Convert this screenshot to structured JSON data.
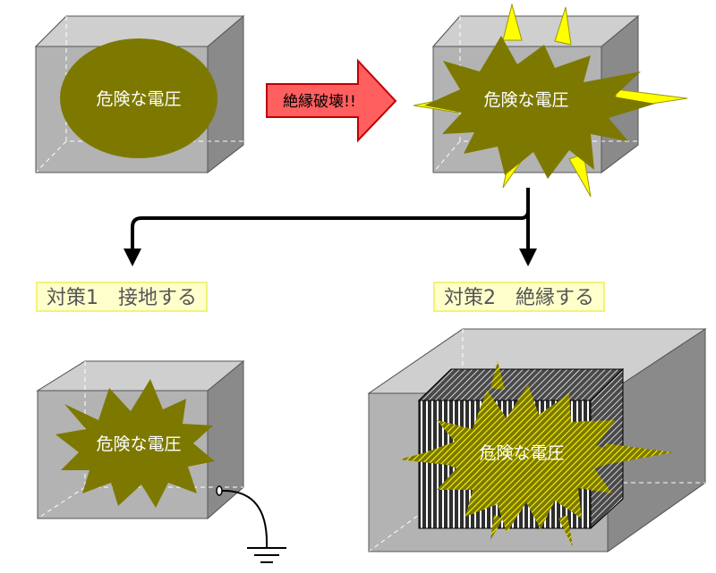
{
  "diagram": {
    "danger_voltage_label": "危険な電圧",
    "breakdown_arrow_label": "絶縁破壊!!",
    "measure1_label": "対策1　接地する",
    "measure2_label": "対策2　絶縁する"
  },
  "colors": {
    "box_front": "#b3b3b3",
    "box_side": "#8a8a8a",
    "box_top": "#cfcfcf",
    "voltage_fill": "#7d7900",
    "spark_yellow": "#ffff00",
    "arrow_red": "#ff5f5f",
    "label_bg": "#ffffcc",
    "label_border": "#f2f27a"
  }
}
